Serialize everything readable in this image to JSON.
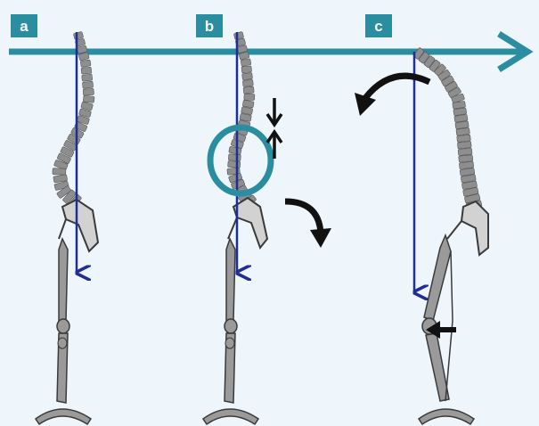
{
  "panels": [
    {
      "id": "a",
      "label": "a"
    },
    {
      "id": "b",
      "label": "b"
    },
    {
      "id": "c",
      "label": "c"
    }
  ],
  "colors": {
    "background": "#eef6fb",
    "horizontal_arrow": "#2a8ea0",
    "label_box": "#2a8ea0",
    "plumb_line": "#1f2e96",
    "vertebra": "#8e8e8e",
    "bone": "#9a9a9a",
    "bone_outline": "#3a3a3a",
    "highlight_circle": "#2a8ea0",
    "force_arrow": "#111111"
  }
}
